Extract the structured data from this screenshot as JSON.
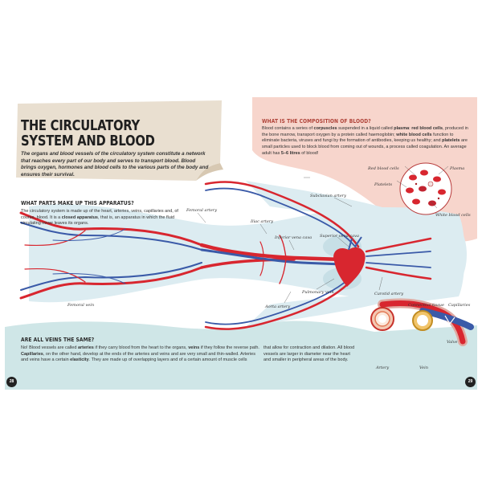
{
  "title": "The circulatory system and blood",
  "intro": "The organs and blood vessels of the circulatory system constitute a network that reaches every part of our body and serves to transport blood. Blood brings oxygen, hormones and blood cells to the various parts of the body and ensures their survival.",
  "blood_section": {
    "heading": "What is the composition of blood?",
    "text_parts": [
      {
        "t": "Blood contains a series of ",
        "b": false
      },
      {
        "t": "corpuscles",
        "b": true
      },
      {
        "t": " suspended in a liquid called ",
        "b": false
      },
      {
        "t": "plasma",
        "b": true
      },
      {
        "t": ": ",
        "b": false
      },
      {
        "t": "red blood cells",
        "b": true
      },
      {
        "t": ", produced in the bone marrow, transport oxygen by a protein called haemoglobin; ",
        "b": false
      },
      {
        "t": "white blood cells",
        "b": true
      },
      {
        "t": " function to eliminate bacteria, viruses and fungi by the formation of antibodies, keeping us healthy; and ",
        "b": false
      },
      {
        "t": "platelets",
        "b": true
      },
      {
        "t": " are small particles used to block blood from coming out of wounds, a process called coagulation. An average adult has ",
        "b": false
      },
      {
        "t": "5–6 litres",
        "b": true
      },
      {
        "t": " of blood!",
        "b": false
      }
    ],
    "labels": {
      "red_blood_cells": "Red blood cells",
      "plasma": "Plasma",
      "platelets": "Platelets",
      "white_blood_cells": "White blood cells"
    }
  },
  "parts_section": {
    "heading": "What parts make up this apparatus?",
    "text_parts": [
      {
        "t": "The circulatory system is made up of the heart, arteries, veins, capillaries and, of course, blood. It is a ",
        "b": false
      },
      {
        "t": "closed apparatus",
        "b": true
      },
      {
        "t": ", that is, an apparatus in which the fluid circulating never leaves its organs.",
        "b": false
      }
    ]
  },
  "diagram_labels": {
    "femoral_artery": "Femoral artery",
    "iliac_artery": "Iliac artery",
    "inferior_vena_cava": "Inferior vena cava",
    "subclavian_artery": "Subclavian artery",
    "superior_vena_cava": "Superior vena cava",
    "pulmonary_vein": "Pulmonary vein",
    "carotid_artery": "Carotid artery",
    "aorta_artery": "Aorta artery",
    "femoral_vein": "Femoral vein"
  },
  "veins_section": {
    "heading": "Are all veins the same?",
    "text_col1": [
      {
        "t": "No! Blood vessels are called ",
        "b": false
      },
      {
        "t": "arteries",
        "b": true
      },
      {
        "t": " if they carry blood from the heart to the organs, ",
        "b": false
      },
      {
        "t": "veins",
        "b": true
      },
      {
        "t": " if they follow the reverse path. ",
        "b": false
      },
      {
        "t": "Capillaries",
        "b": true
      },
      {
        "t": ", on the other hand, develop at the ends of the arteries and veins and are very small and thin-walled. Arteries and veins have a certain ",
        "b": false
      },
      {
        "t": "elasticity",
        "b": true
      },
      {
        "t": ". They are made up of overlapping layers and of a certain amount of muscle cells",
        "b": false
      }
    ],
    "text_col2": "that allow for contraction and dilation. All blood vessels are larger in diameter near the heart and smaller in peripheral areas of the body.",
    "labels": {
      "connective_tissue": "Connective tissue",
      "capillaries": "Capillaries",
      "valve": "Valve",
      "artery": "Artery",
      "vein": "Vein"
    }
  },
  "page_numbers": {
    "left": "28",
    "right": "29"
  },
  "colors": {
    "artery": "#d8262f",
    "vein": "#3a5aa8",
    "body_silhouette": "#dcecf1",
    "pink_panel": "#f7d5cc",
    "teal_panel": "#cfe6e7",
    "paper": "#e9dfd0"
  }
}
